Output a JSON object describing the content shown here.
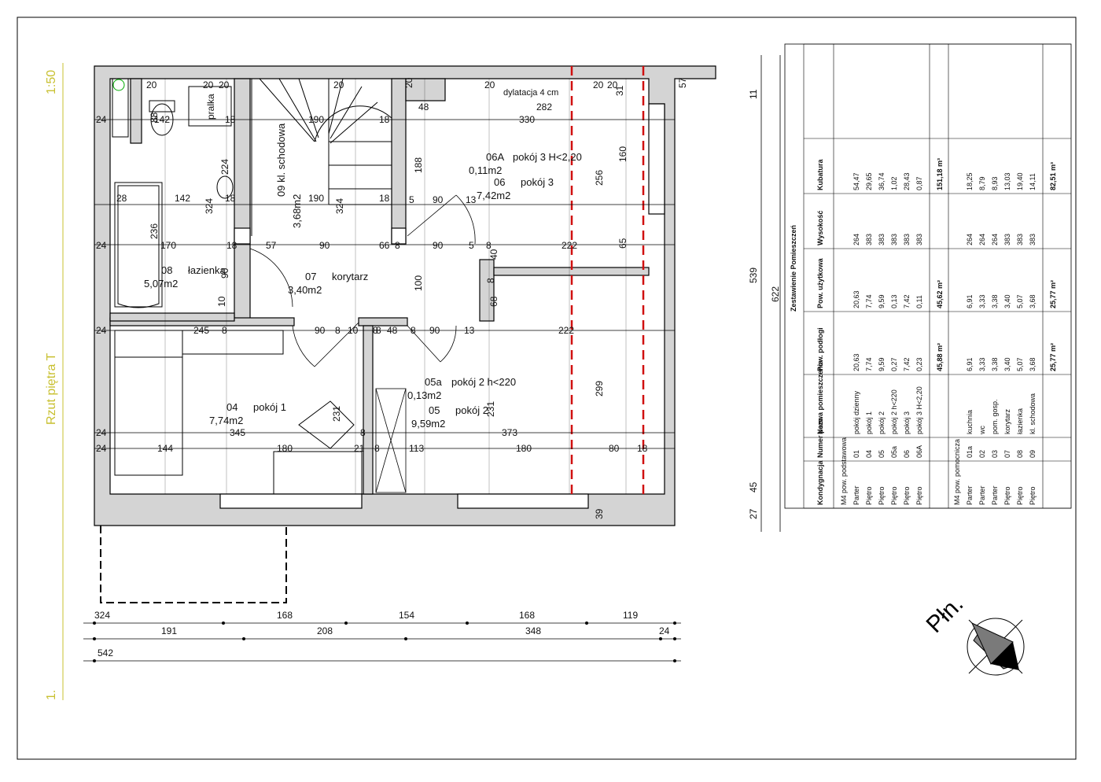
{
  "sheet": {
    "title": "Rzut piętra T",
    "scale": "1:50",
    "number": "1.",
    "north_label": "Płn.",
    "dylatacja": "dylatacja 4 cm",
    "fixture_pralka": "pralka"
  },
  "rooms": [
    {
      "num": "09",
      "name": "kl. schodowa",
      "area": "3,68m2"
    },
    {
      "num": "06A",
      "name": "pokój 3 H<2,20",
      "area": "0,11m2"
    },
    {
      "num": "06",
      "name": "pokój 3",
      "area": "7,42m2"
    },
    {
      "num": "08",
      "name": "łazienka",
      "area": "5,07m2"
    },
    {
      "num": "07",
      "name": "korytarz",
      "area": "3,40m2"
    },
    {
      "num": "04",
      "name": "pokój 1",
      "area": "7,74m2"
    },
    {
      "num": "05a",
      "name": "pokój 2 h<220",
      "area": "0,13m2"
    },
    {
      "num": "05",
      "name": "pokój 2",
      "area": "9,59m2"
    }
  ],
  "dims": {
    "bottom_row1": [
      "324",
      "168",
      "154",
      "168",
      "119"
    ],
    "bottom_row2": [
      "191",
      "208",
      "348",
      "24"
    ],
    "bottom_row3": [
      "542"
    ],
    "right_vertical": [
      "11",
      "539",
      "622",
      "45",
      "27"
    ],
    "row_top": [
      "20",
      "20",
      "20",
      "20",
      "20",
      "20",
      "20",
      "20",
      "31",
      "57",
      "48",
      "282",
      "330"
    ],
    "row_a": [
      "24",
      "142",
      "18",
      "190",
      "18",
      "5",
      "90",
      "13",
      "88",
      "224",
      "188",
      "256",
      "160"
    ],
    "row_b": [
      "28",
      "142",
      "18",
      "190",
      "18",
      "324",
      "324",
      "236"
    ],
    "row_c": [
      "24",
      "170",
      "18",
      "57",
      "90",
      "66",
      "8",
      "90",
      "5",
      "8",
      "222",
      "40",
      "65",
      "100",
      "90"
    ],
    "row_d": [
      "24",
      "245",
      "8",
      "90",
      "8",
      "10",
      "8",
      "48",
      "8",
      "90",
      "13",
      "222",
      "8",
      "68",
      "10",
      "8"
    ],
    "row_e": [
      "24",
      "345",
      "8",
      "373",
      "231",
      "231",
      "299"
    ],
    "row_f": [
      "24",
      "144",
      "180",
      "21",
      "8",
      "113",
      "180",
      "80",
      "18",
      "39"
    ]
  },
  "table": {
    "title": "Zestawienie Pomieszczeń",
    "headers": [
      "Kondygnacja",
      "Numer pom.",
      "Nazwa pomieszczenia",
      "Pow. podłogi",
      "Pow. użytkowa",
      "Wysokość",
      "Kubatura"
    ],
    "group1": {
      "label": "M4 pow. podstawowa",
      "rows": [
        [
          "Parter",
          "01",
          "pokój dzienny",
          "20,63",
          "20,63",
          "264",
          "54,47"
        ],
        [
          "Piętro",
          "04",
          "pokój 1",
          "7,74",
          "7,74",
          "383",
          "29,65"
        ],
        [
          "Piętro",
          "05",
          "pokój 2",
          "9,59",
          "9,59",
          "383",
          "36,74"
        ],
        [
          "Piętro",
          "05a",
          "pokój 2 h<220",
          "0,27",
          "0,13",
          "383",
          "1,02"
        ],
        [
          "Piętro",
          "06",
          "pokój 3",
          "7,42",
          "7,42",
          "383",
          "28,43"
        ],
        [
          "Piętro",
          "06A",
          "pokój 3 H<2,20",
          "0,23",
          "0,11",
          "383",
          "0,87"
        ]
      ],
      "totals": [
        "45,88 m²",
        "45,62 m²",
        "",
        "151,18 m³"
      ]
    },
    "group2": {
      "label": "M4 pow. pomocnicza",
      "rows": [
        [
          "Parter",
          "01a",
          "kuchnia",
          "6,91",
          "6,91",
          "264",
          "18,25"
        ],
        [
          "Parter",
          "02",
          "wc",
          "3,33",
          "3,33",
          "264",
          "8,79"
        ],
        [
          "Parter",
          "03",
          "pom. gosp.",
          "3,38",
          "3,38",
          "264",
          "8,93"
        ],
        [
          "Piętro",
          "07",
          "korytarz",
          "3,40",
          "3,40",
          "383",
          "13,03"
        ],
        [
          "Piętro",
          "08",
          "łazienka",
          "5,07",
          "5,07",
          "383",
          "19,40"
        ],
        [
          "Piętro",
          "09",
          "kl. schodowa",
          "3,68",
          "3,68",
          "383",
          "14,11"
        ]
      ],
      "totals": [
        "25,77 m²",
        "25,77 m²",
        "",
        "82,51 m³"
      ]
    }
  },
  "colors": {
    "wall": "#000000",
    "fill_wall": "#d4d4d4",
    "title": "#c8c030",
    "red_line": "#d01010"
  }
}
